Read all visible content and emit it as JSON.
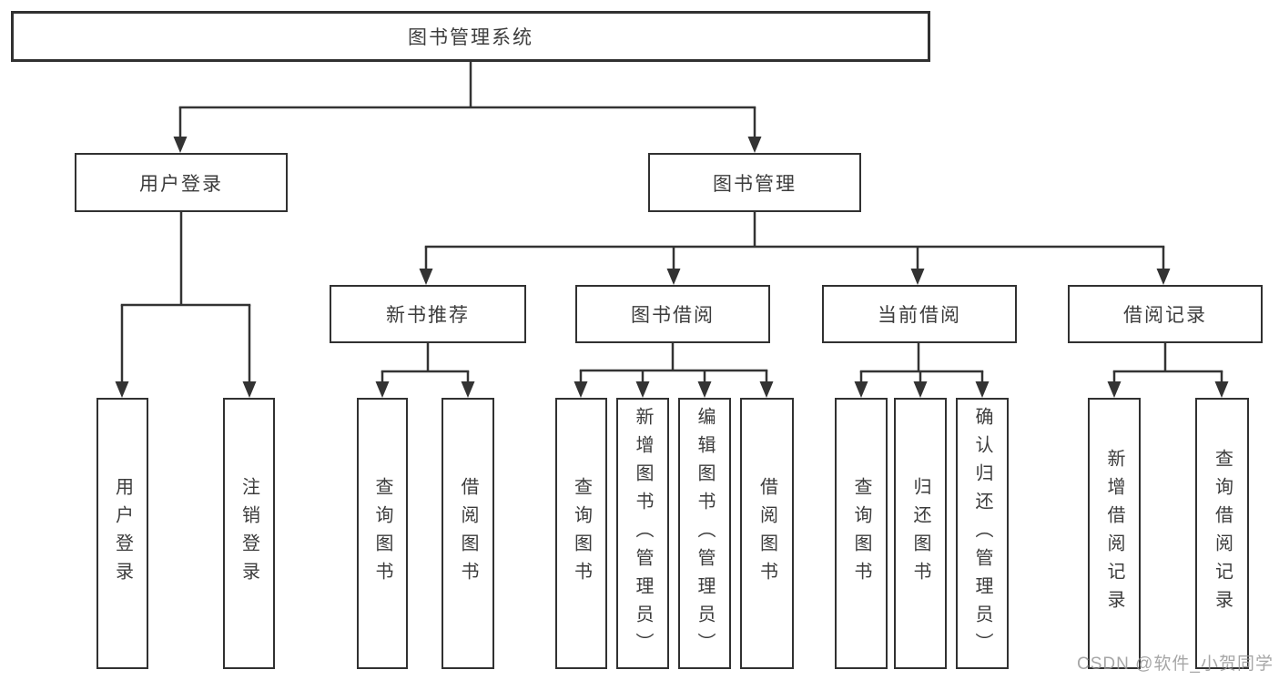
{
  "diagram_title": "图书管理系统",
  "tree": {
    "root": {
      "label": "图书管理系统"
    },
    "level2": [
      {
        "label": "用户登录"
      },
      {
        "label": "图书管理"
      }
    ],
    "level3": [
      {
        "label": "新书推荐",
        "parent": "图书管理"
      },
      {
        "label": "图书借阅",
        "parent": "图书管理"
      },
      {
        "label": "当前借阅",
        "parent": "图书管理"
      },
      {
        "label": "借阅记录",
        "parent": "图书管理"
      }
    ],
    "leaves": [
      {
        "label": "用户登录",
        "parent": "用户登录"
      },
      {
        "label": "注销登录",
        "parent": "用户登录"
      },
      {
        "label": "查询图书",
        "parent": "新书推荐"
      },
      {
        "label": "借阅图书",
        "parent": "新书推荐"
      },
      {
        "label": "查询图书",
        "parent": "图书借阅"
      },
      {
        "label": "新增图书（管理员）",
        "parent": "图书借阅"
      },
      {
        "label": "编辑图书（管理员）",
        "parent": "图书借阅"
      },
      {
        "label": "借阅图书",
        "parent": "图书借阅"
      },
      {
        "label": "查询图书",
        "parent": "当前借阅"
      },
      {
        "label": "归还图书",
        "parent": "当前借阅"
      },
      {
        "label": "确认归还（管理员）",
        "parent": "当前借阅"
      },
      {
        "label": "新增借阅记录",
        "parent": "借阅记录"
      },
      {
        "label": "查询借阅记录",
        "parent": "借阅记录"
      }
    ]
  },
  "watermark": "CSDN @软件_小贺同学",
  "colors": {
    "line": "#333333",
    "box_border": "#313131",
    "text": "#3c3c3c",
    "watermark": "#969696",
    "background": "#ffffff"
  }
}
